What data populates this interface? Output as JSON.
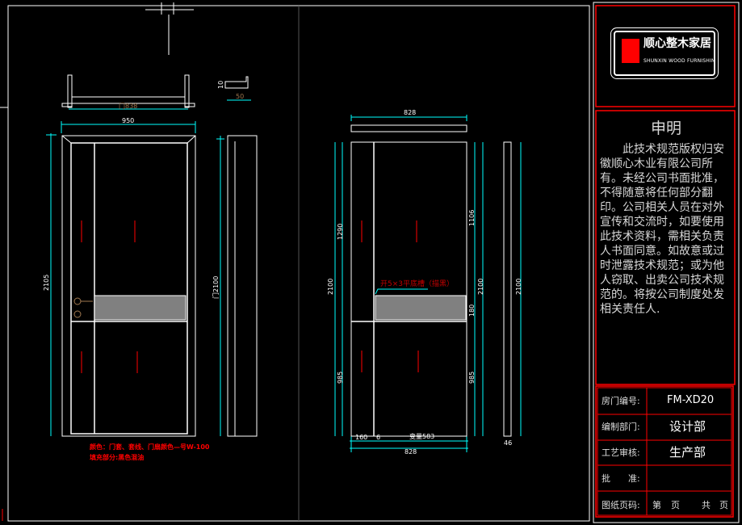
{
  "logo": {
    "name_cn": "顺心整木家居",
    "name_en": "SHUNXIN WOOD FURNISHING"
  },
  "statement": {
    "title": "申明",
    "body": "此技术规范版权归安徽顺心木业有限公司所有。未经公司书面批准，不得随意将任何部分翻印。公司相关人员在对外宣传和交流时，如要使用此技术资料，需相关负责人书面同意。如故意或过时泄露技术规范；或为他人窃取、出卖公司技术规范的。将按公司制度处发相关责任人."
  },
  "title_block": {
    "rows": [
      {
        "label": "房门编号:",
        "value": "FM-XD20"
      },
      {
        "label": "编制部门:",
        "value": "设计部"
      },
      {
        "label": "工艺审核:",
        "value": "生产部"
      },
      {
        "label": "批　　准:",
        "value": ""
      },
      {
        "label": "图纸页码:",
        "value": ""
      }
    ],
    "page_di": "第",
    "page_ye1": "页",
    "page_gong": "共",
    "page_ye2": "页"
  },
  "left_view": {
    "plan_width": "门838",
    "trim_width": "950",
    "frame_depth": "50",
    "frame_thk": "10",
    "total_height": "2105",
    "door_height": "门2100",
    "notes": [
      "颜色：门套、套线、门扇颜色—号W-100",
      "填充部分:黑色混油"
    ]
  },
  "right_view": {
    "top_width": "828",
    "height_left": "2100",
    "upper_left": "1290",
    "lower_left": "985",
    "upper_right": "1106",
    "height_right": "2100",
    "panel_height": "180",
    "lower_right": "985",
    "side_height": "2100",
    "groove_note": "开5×3平底槽（描黑）",
    "bottom_stile": "160",
    "bottom_gap": "6",
    "bottom_var": "变量583",
    "bottom_total": "828",
    "side_thk": "46"
  }
}
